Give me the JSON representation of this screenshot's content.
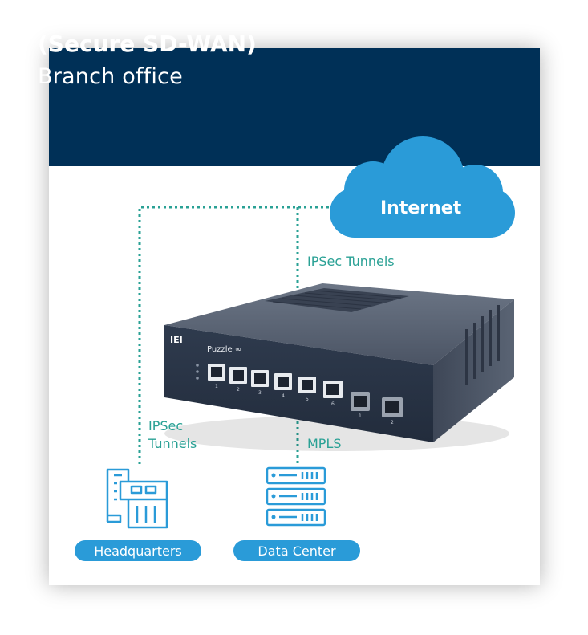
{
  "header": {
    "title": "(Secure SD-WAN)",
    "subtitle": "Branch office"
  },
  "cloud": {
    "label": "Internet"
  },
  "connections": {
    "top_right_label": "IPSec Tunnels",
    "left_label_line1": "IPSec",
    "left_label_line2": "Tunnels",
    "bottom_right_label": "MPLS"
  },
  "device": {
    "brand_logo": "IEI",
    "model_label": "Puzzle ∞",
    "rj45_ports": [
      "1",
      "2",
      "3",
      "4",
      "5",
      "6"
    ],
    "sfp_ports": [
      "1",
      "2"
    ]
  },
  "sites": [
    {
      "label": "Headquarters",
      "icon": "headquarters-building-icon"
    },
    {
      "label": "Data Center",
      "icon": "server-rack-icon"
    }
  ],
  "colors": {
    "header_bg": "#003057",
    "accent_blue": "#2a9bd8",
    "teal": "#2aa195",
    "device_body": "#3d4656"
  }
}
